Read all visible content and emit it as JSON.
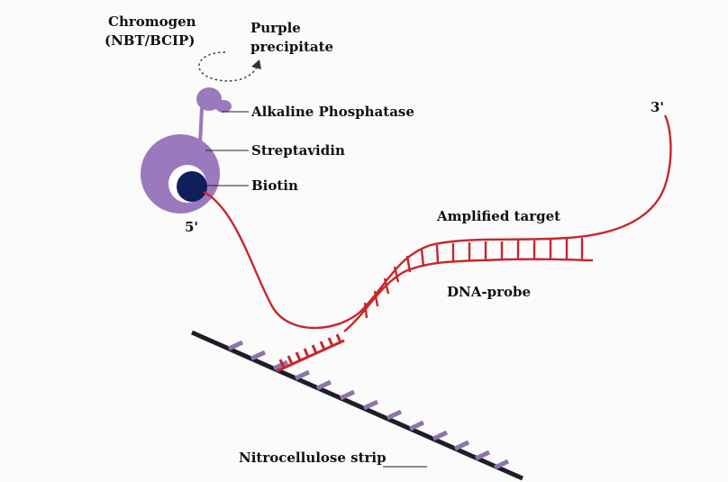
{
  "labels": {
    "chromogen_line1": "Chromogen",
    "chromogen_line2": "(NBT/BCIP)",
    "purple_line1": "Purple",
    "purple_line2": "precipitate",
    "alkaline_phosphatase": "Alkaline Phosphatase",
    "streptavidin": "Streptavidin",
    "biotin": "Biotin",
    "five_prime": "5'",
    "three_prime": "3'",
    "amplified_target": "Amplified target",
    "dna_probe": "DNA-probe",
    "nitrocellulose_strip": "Nitrocellulose strip"
  },
  "colors": {
    "strand": "#c8262c",
    "streptavidin": "#9b79bd",
    "biotin": "#0f1f5c",
    "strip": "#1e1e2a",
    "probe_tick": "#8f74ab",
    "text": "#111111"
  }
}
